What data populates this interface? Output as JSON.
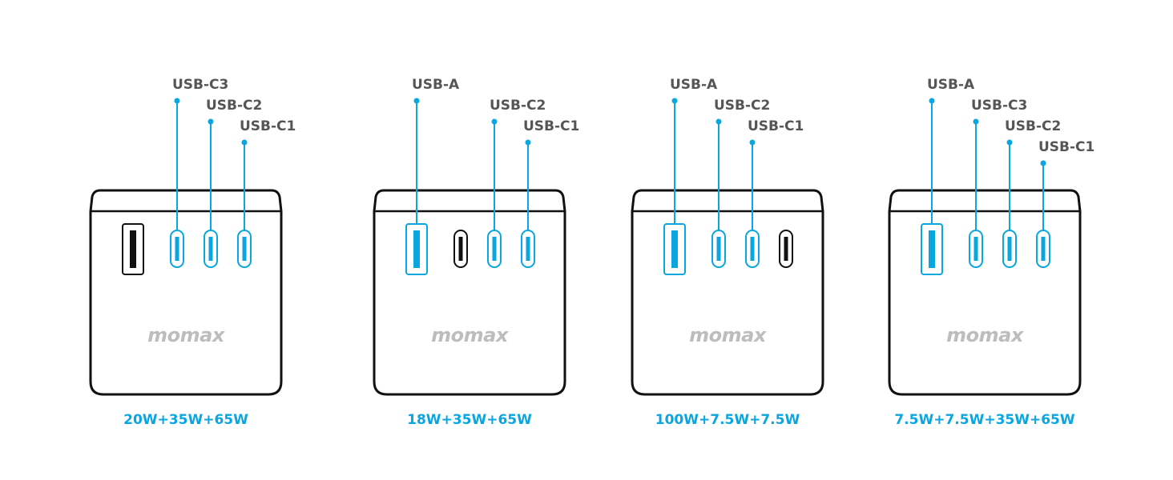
{
  "colors": {
    "accent": "#0aa6df",
    "outline": "#111111",
    "label": "#555555",
    "logo": "#bdbdbd"
  },
  "panels": [
    {
      "logo": "momax",
      "power": "20W+35W+65W",
      "ports": [
        {
          "type": "usb-a",
          "active": false,
          "label": null,
          "level": null
        },
        {
          "type": "usb-c",
          "active": true,
          "label": "USB-C3",
          "level": 0
        },
        {
          "type": "usb-c",
          "active": true,
          "label": "USB-C2",
          "level": 1
        },
        {
          "type": "usb-c",
          "active": true,
          "label": "USB-C1",
          "level": 2
        }
      ]
    },
    {
      "logo": "momax",
      "power": "18W+35W+65W",
      "ports": [
        {
          "type": "usb-a",
          "active": true,
          "label": "USB-A",
          "level": 0
        },
        {
          "type": "usb-c",
          "active": false,
          "label": null,
          "level": null
        },
        {
          "type": "usb-c",
          "active": true,
          "label": "USB-C2",
          "level": 1
        },
        {
          "type": "usb-c",
          "active": true,
          "label": "USB-C1",
          "level": 2
        }
      ]
    },
    {
      "logo": "momax",
      "power": "100W+7.5W+7.5W",
      "ports": [
        {
          "type": "usb-a",
          "active": true,
          "label": "USB-A",
          "level": 0
        },
        {
          "type": "usb-c",
          "active": true,
          "label": "USB-C2",
          "level": 1
        },
        {
          "type": "usb-c",
          "active": true,
          "label": "USB-C1",
          "level": 2
        },
        {
          "type": "usb-c",
          "active": false,
          "label": null,
          "level": null
        }
      ]
    },
    {
      "logo": "momax",
      "power": "7.5W+7.5W+35W+65W",
      "ports": [
        {
          "type": "usb-a",
          "active": true,
          "label": "USB-A",
          "level": 0
        },
        {
          "type": "usb-c",
          "active": true,
          "label": "USB-C3",
          "level": 1
        },
        {
          "type": "usb-c",
          "active": true,
          "label": "USB-C2",
          "level": 2
        },
        {
          "type": "usb-c",
          "active": true,
          "label": "USB-C1",
          "level": 3
        }
      ]
    }
  ]
}
